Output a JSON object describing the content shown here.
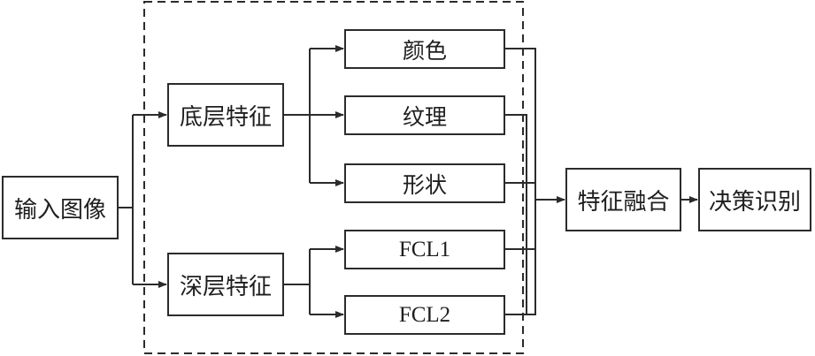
{
  "diagram": {
    "input": "输入图像",
    "low_level": "底层特征",
    "deep": "深层特征",
    "color": "颜色",
    "texture": "纹理",
    "shape": "形状",
    "fcl1": "FCL1",
    "fcl2": "FCL2",
    "fusion": "特征融合",
    "decision": "决策识别"
  },
  "colors": {
    "stroke": "#2b2b2b",
    "text": "#1e1e1e"
  }
}
